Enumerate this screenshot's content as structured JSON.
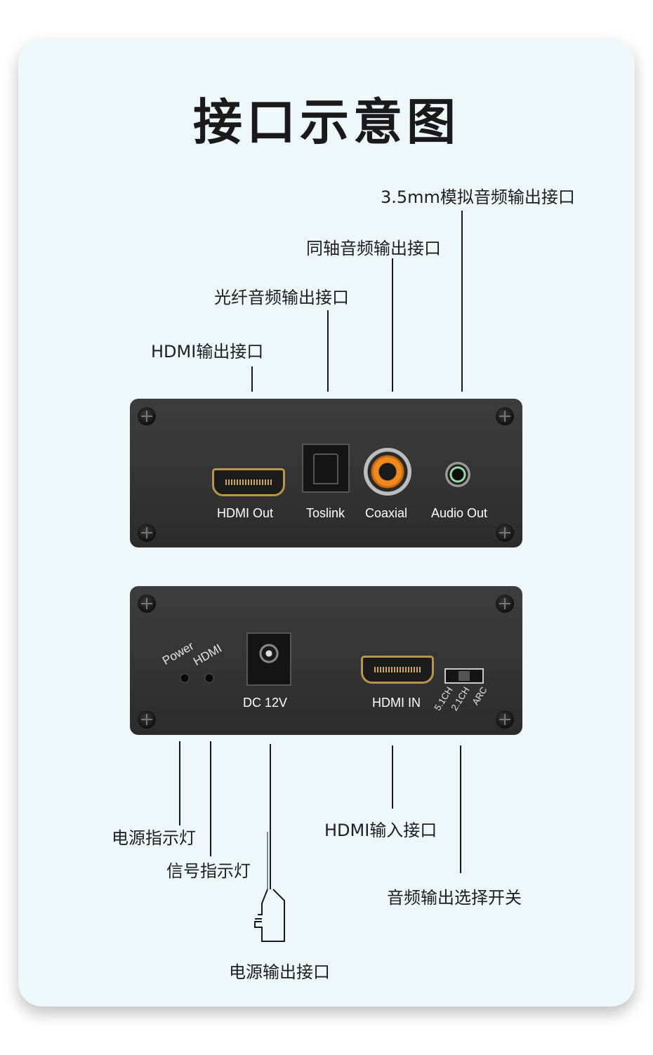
{
  "title": "接口示意图",
  "top_labels": {
    "analog": "3.5mm模拟音频输出接口",
    "coaxial": "同轴音频输出接口",
    "optical": "光纤音频输出接口",
    "hdmi_out": "HDMI输出接口"
  },
  "front_panel": {
    "hdmi_out": "HDMI Out",
    "toslink": "Toslink",
    "coaxial": "Coaxial",
    "audio_out": "Audio Out"
  },
  "back_panel": {
    "power_led": "Power",
    "hdmi_led": "HDMI",
    "dc": "DC 12V",
    "hdmi_in": "HDMI IN",
    "switch_modes": [
      "5.1CH",
      "2.1CH",
      "ARC"
    ]
  },
  "bottom_labels": {
    "power_indicator": "电源指示灯",
    "signal_indicator": "信号指示灯",
    "power_input": "电源输出接口",
    "hdmi_in": "HDMI输入接口",
    "audio_switch": "音频输出选择开关"
  },
  "colors": {
    "background": "#eef7fa",
    "panel": "#333333",
    "coaxial_accent": "#f08a1e",
    "hdmi_gold": "#b8974d"
  }
}
